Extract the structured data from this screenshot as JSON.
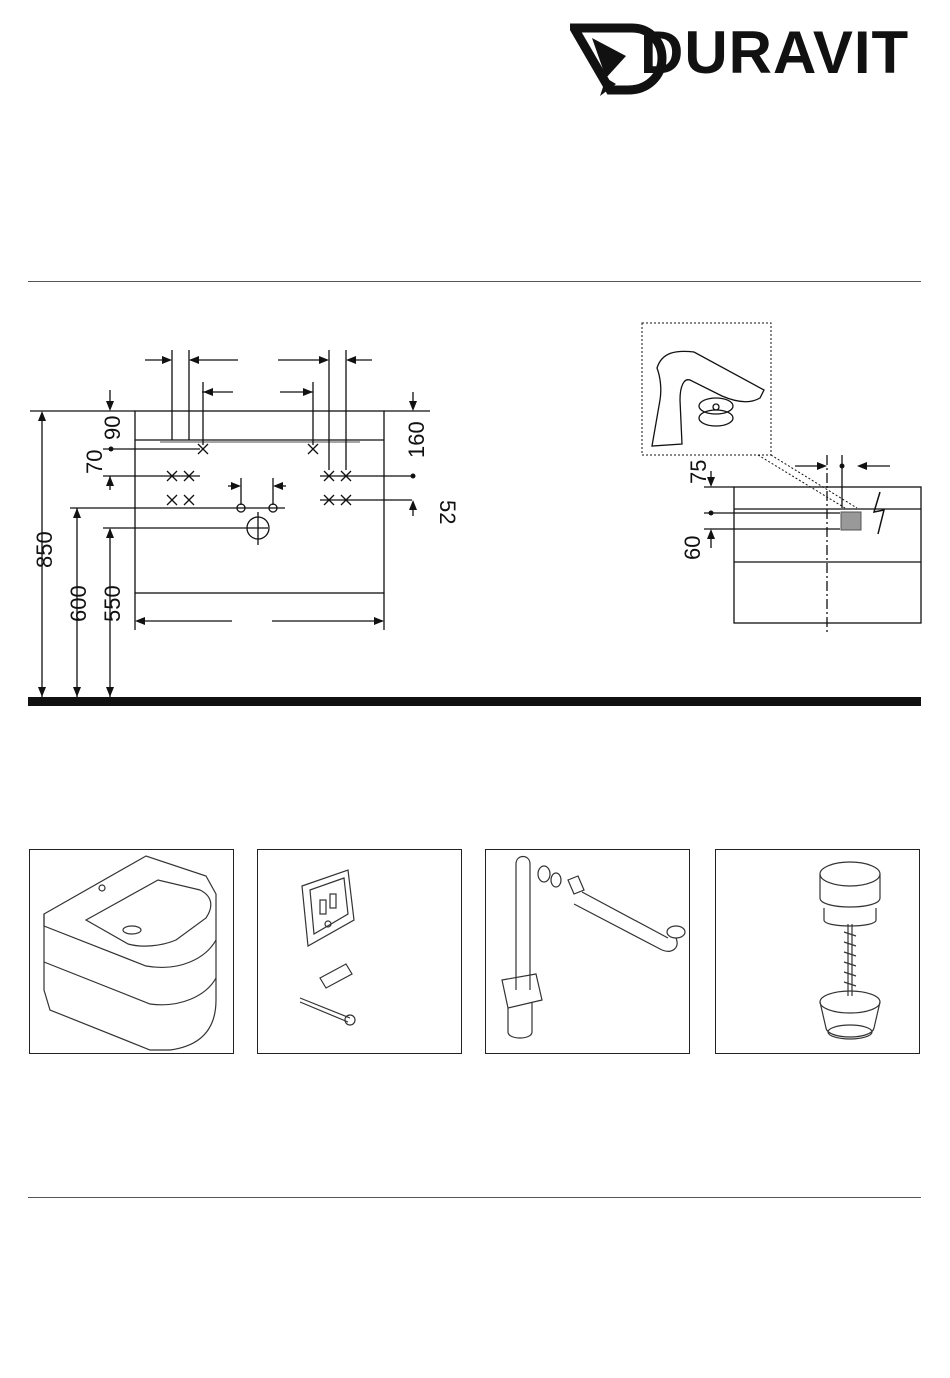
{
  "brand": {
    "name": "DURAVIT"
  },
  "main_view": {
    "dimensions": {
      "d90": "90",
      "d70": "70",
      "d160": "160",
      "d52": "52",
      "d850": "850",
      "d600": "600",
      "d550": "550"
    }
  },
  "side_view": {
    "dimensions": {
      "d75": "75",
      "d60": "60"
    }
  },
  "components": [
    {
      "id": "washbasin-unit"
    },
    {
      "id": "wall-bracket-set"
    },
    {
      "id": "siphon-set"
    },
    {
      "id": "push-open-drain"
    }
  ]
}
